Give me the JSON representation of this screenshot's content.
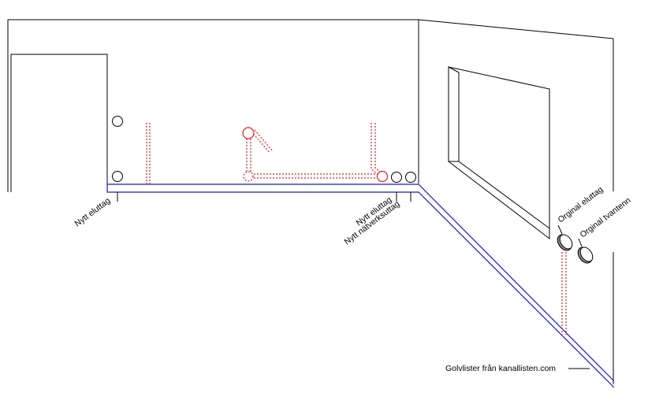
{
  "labels": {
    "new_outlet_left": "Nytt eluttag",
    "new_outlet_right": "Nytt eluttag",
    "new_network_outlet": "Nytt nätverksuttag",
    "original_outlet": "Orginal eluttag",
    "original_antenna": "Orginal tvantenn",
    "baseboard": "Golvlister från kanallisten.com"
  },
  "colors": {
    "wall_lines": "#000000",
    "baseboard": "#1a1acc",
    "cable_route": "#e02020",
    "new_outlet_marker": "#e02020"
  }
}
